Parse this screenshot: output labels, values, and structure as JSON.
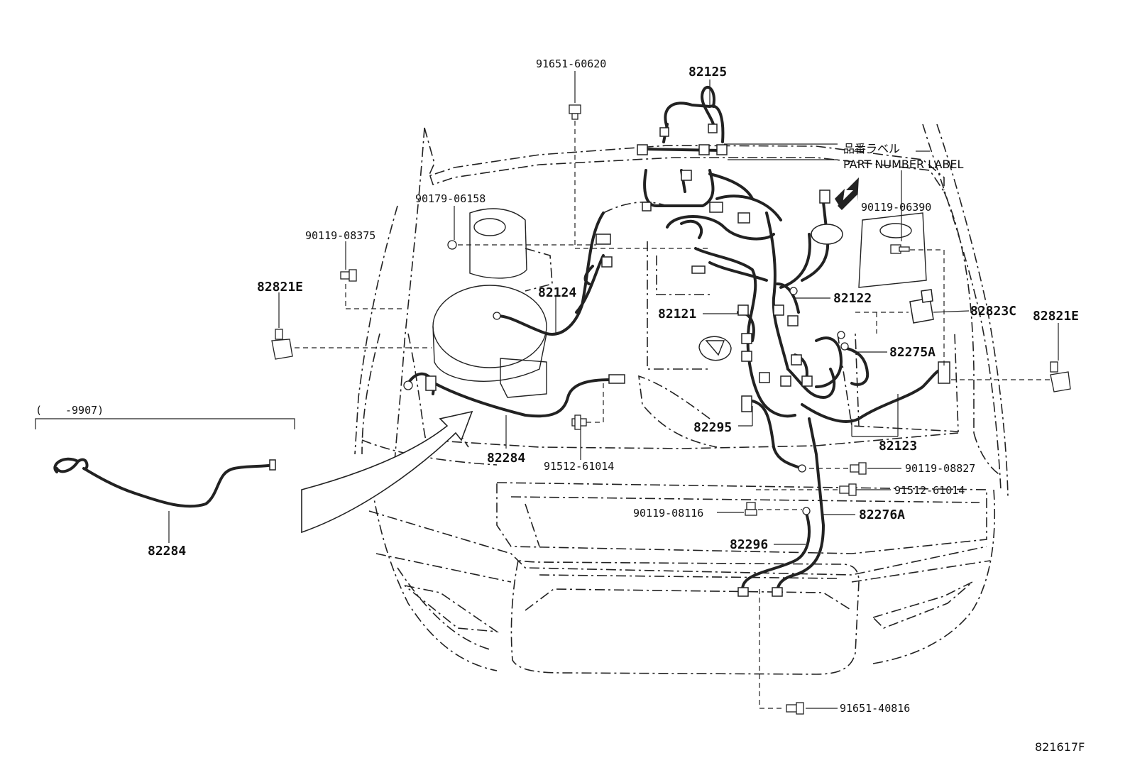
{
  "labels": {
    "p91651_60620": "91651-60620",
    "p82125": "82125",
    "jp_label": "品番ラベル",
    "part_number_label": "PART NUMBER LABEL",
    "p90179_06158": "90179-06158",
    "p90119_06390": "90119-06390",
    "p90119_08375": "90119-08375",
    "p82821E_left": "82821E",
    "p82821E_right": "82821E",
    "p82124": "82124",
    "p82122": "82122",
    "p82121": "82121",
    "p82823C": "82823C",
    "p82275A": "82275A",
    "p82295": "82295",
    "p82123": "82123",
    "p82284_main": "82284",
    "p91512_61014_left": "91512-61014",
    "p90119_08827": "90119-08827",
    "p91512_61014_right": "91512-61014",
    "p90119_08116": "90119-08116",
    "p82276A": "82276A",
    "p82296": "82296",
    "p91651_40816": "91651-40816",
    "inset_range_open": "(",
    "inset_range": "-9907)",
    "p82284_inset": "82284",
    "diagram_id": "821617F"
  },
  "icons": {
    "arrow": "part-number-label-arrow-icon",
    "curved_arrow": "inset-reference-arrow-icon",
    "bolt": "bolt-icon",
    "clip": "clip-icon"
  }
}
